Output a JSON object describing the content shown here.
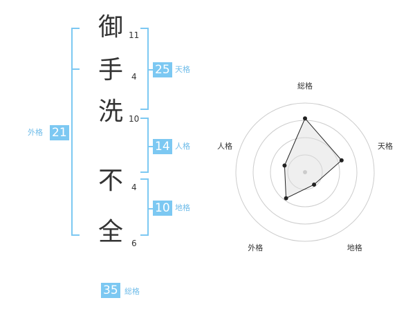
{
  "name": {
    "chars": [
      {
        "char": "御",
        "strokes": "11"
      },
      {
        "char": "手",
        "strokes": "4"
      },
      {
        "char": "洗",
        "strokes": "10"
      },
      {
        "char": "不",
        "strokes": "4"
      },
      {
        "char": "全",
        "strokes": "6"
      }
    ]
  },
  "kakusu": {
    "tenkaku": {
      "value": "25",
      "label": "天格"
    },
    "jinkaku": {
      "value": "14",
      "label": "人格"
    },
    "chikaku": {
      "value": "10",
      "label": "地格"
    },
    "gaikaku": {
      "value": "21",
      "label": "外格"
    },
    "soukaku": {
      "value": "35",
      "label": "総格"
    }
  },
  "colors": {
    "accent": "#7cc8f2",
    "accent_text": "#6fbce9",
    "text": "#333333",
    "grid": "#cccccc"
  },
  "chart_data": {
    "type": "radar",
    "axes": [
      "総格",
      "天格",
      "地格",
      "外格",
      "人格"
    ],
    "rings": 4,
    "values": [
      35,
      25,
      10,
      21,
      14
    ]
  }
}
